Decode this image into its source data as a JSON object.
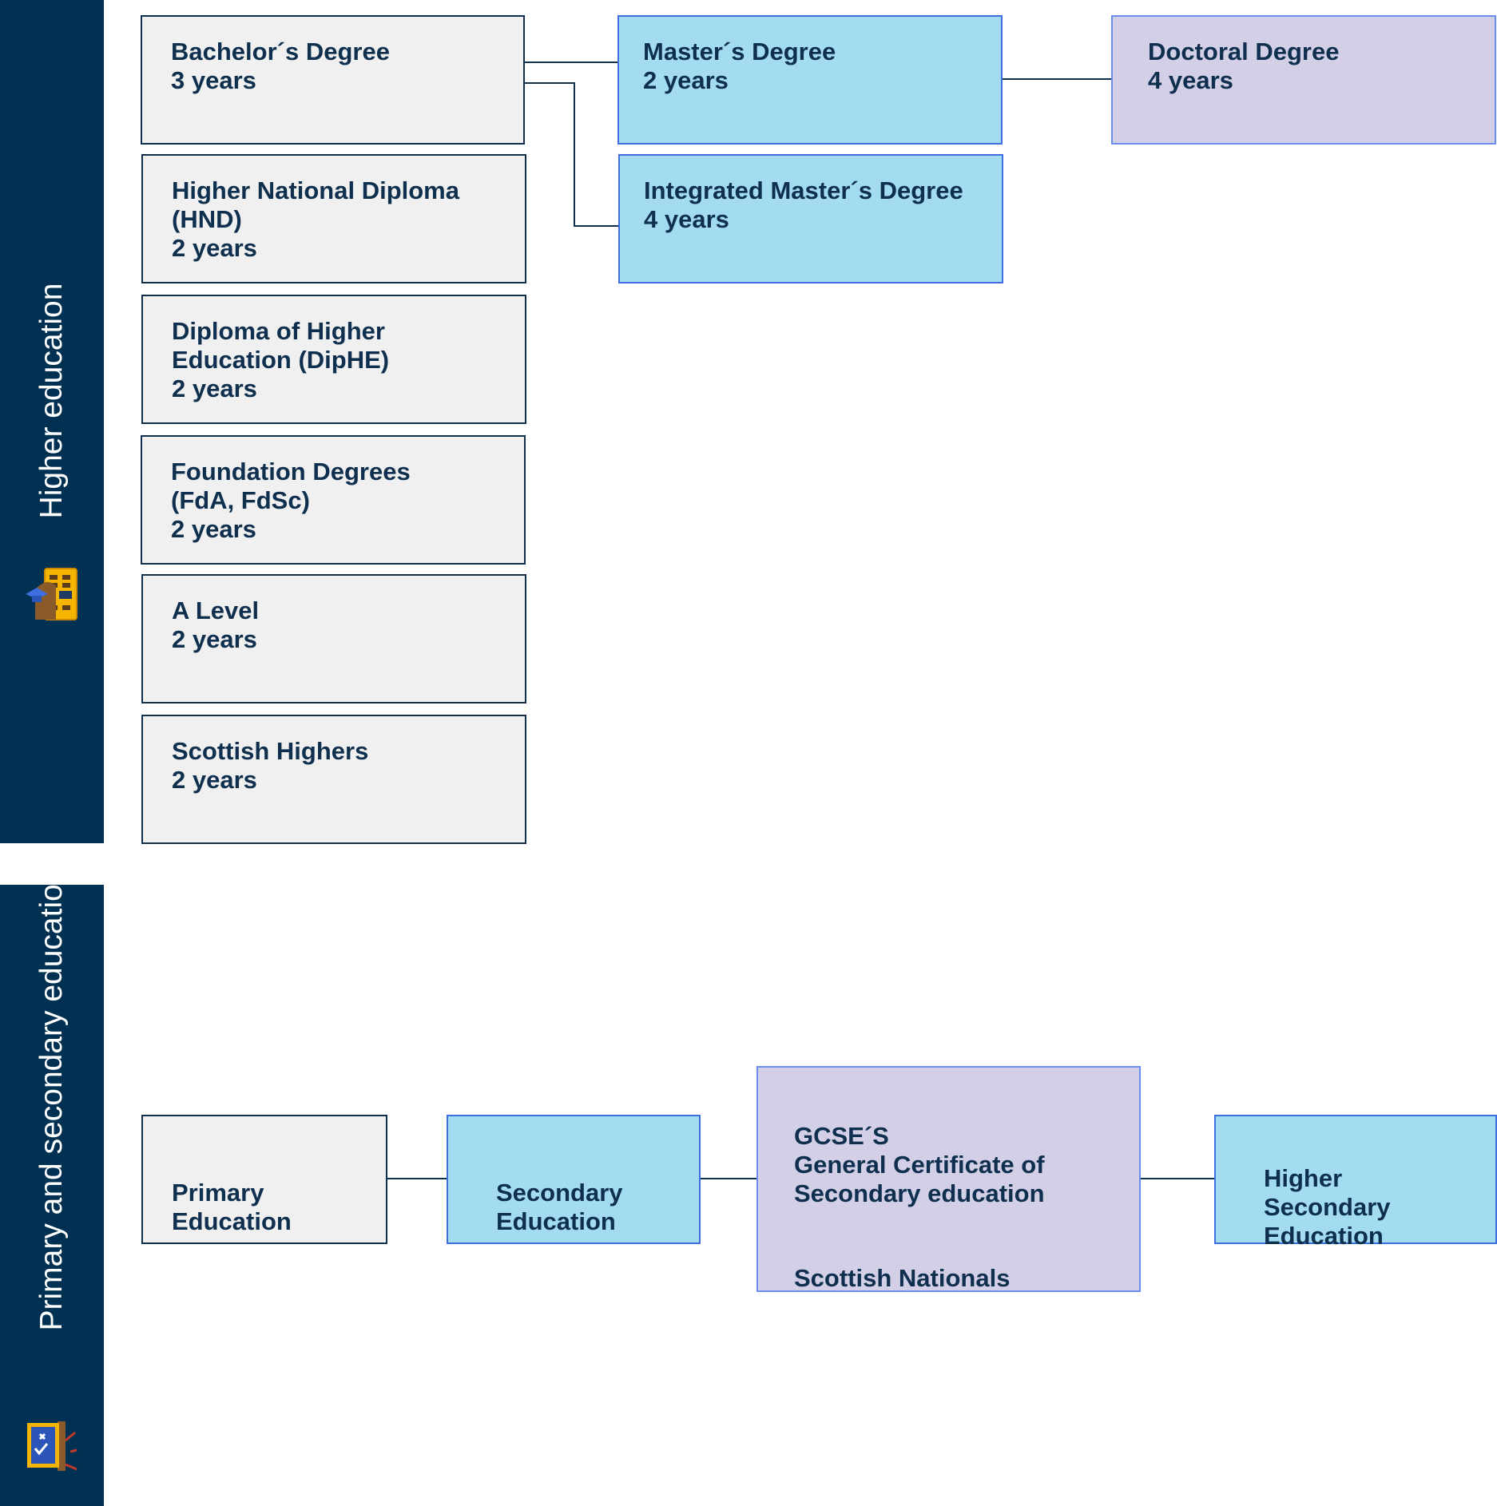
{
  "higher_education": {
    "label": "Higher education",
    "icon": "university-building-icon",
    "boxes": [
      {
        "id": "bachelor",
        "text": "Bachelor´s Degree\n3 years"
      },
      {
        "id": "hnd",
        "text": "Higher National Diploma\n(HND)\n2 years"
      },
      {
        "id": "diphe",
        "text": "Diploma of Higher\nEducation (DipHE)\n2 years"
      },
      {
        "id": "foundation",
        "text": "Foundation Degrees\n(FdA, FdSc)\n2 years"
      },
      {
        "id": "alevel",
        "text": "A Level\n2 years"
      },
      {
        "id": "scottish_highers",
        "text": "Scottish Highers\n2 years"
      },
      {
        "id": "masters",
        "text": "Master´s Degree\n2 years"
      },
      {
        "id": "integrated_masters",
        "text": "Integrated Master´s Degree\n4 years"
      },
      {
        "id": "doctoral",
        "text": "Doctoral Degree\n4 years"
      }
    ]
  },
  "primary_secondary": {
    "label": "Primary and secondary education",
    "icon": "school-blackboard-icon",
    "boxes": [
      {
        "id": "primary",
        "text": "Primary\nEducation"
      },
      {
        "id": "secondary",
        "text": "Secondary\nEducation"
      },
      {
        "id": "gcse",
        "text": "GCSE´S\nGeneral Certificate of\nSecondary education",
        "extra": "Scottish Nationals"
      },
      {
        "id": "higher_secondary",
        "text": "Higher\nSecondary\nEducation"
      }
    ]
  },
  "colors": {
    "band": "#003152",
    "grey_box": "#f0f0f0",
    "blue_box": "#a3dcf0",
    "purple_box": "#d3cfe7",
    "text": "#0e2f4e"
  }
}
